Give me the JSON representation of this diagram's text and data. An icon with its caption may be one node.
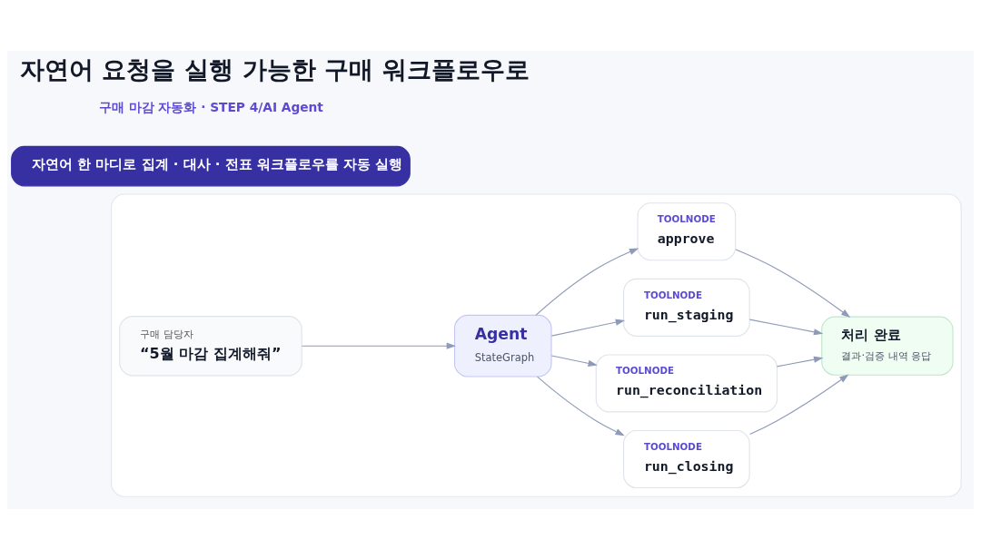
{
  "diagram": {
    "title": "자연어 요청을 실행 가능한 구매 워크플로우로",
    "nodes": [
      {
        "text": [],
        "shape": "box"
      },
      {
        "text": [
          "구매 담당자",
          "“5월 마감 집계해줘”"
        ],
        "in": 0
      },
      {
        "text": [
          "Agent",
          "StateGraph"
        ],
        "in": 0
      },
      {
        "text": [
          "TOOLNODE",
          "run_closing"
        ],
        "in": 0
      },
      {
        "text": [
          "TOOLNODE",
          "run_reconciliation"
        ],
        "in": 0
      },
      {
        "text": [
          "TOOLNODE",
          "run_staging"
        ],
        "in": 0
      },
      {
        "text": [
          "TOOLNODE",
          "approve"
        ],
        "in": 0
      },
      {
        "text": [
          "처리 완료",
          "결과·검증 내역 응답"
        ],
        "in": 0
      },
      {
        "text": [
          "자연어 한 마디로 집계 · 대사 · 전표 워크플로우를 자동 실행"
        ]
      }
    ],
    "edges": [
      {
        "from": 1,
        "to": 2,
        "arrow": "to"
      },
      {
        "from": 2,
        "to": 3,
        "arrow": "to"
      },
      {
        "from": 2,
        "to": 4,
        "arrow": "to"
      },
      {
        "from": 2,
        "to": 5,
        "arrow": "to"
      },
      {
        "from": 2,
        "to": 6,
        "arrow": "to"
      },
      {
        "from": 3,
        "to": 7,
        "arrow": "to"
      },
      {
        "from": 4,
        "to": 7,
        "arrow": "to"
      },
      {
        "from": 5,
        "to": 7,
        "arrow": "to"
      },
      {
        "from": 6,
        "to": 7,
        "arrow": "to"
      }
    ],
    "labels": [
      "구매 마감 자동화 · STEP 4/AI Agent"
    ]
  }
}
